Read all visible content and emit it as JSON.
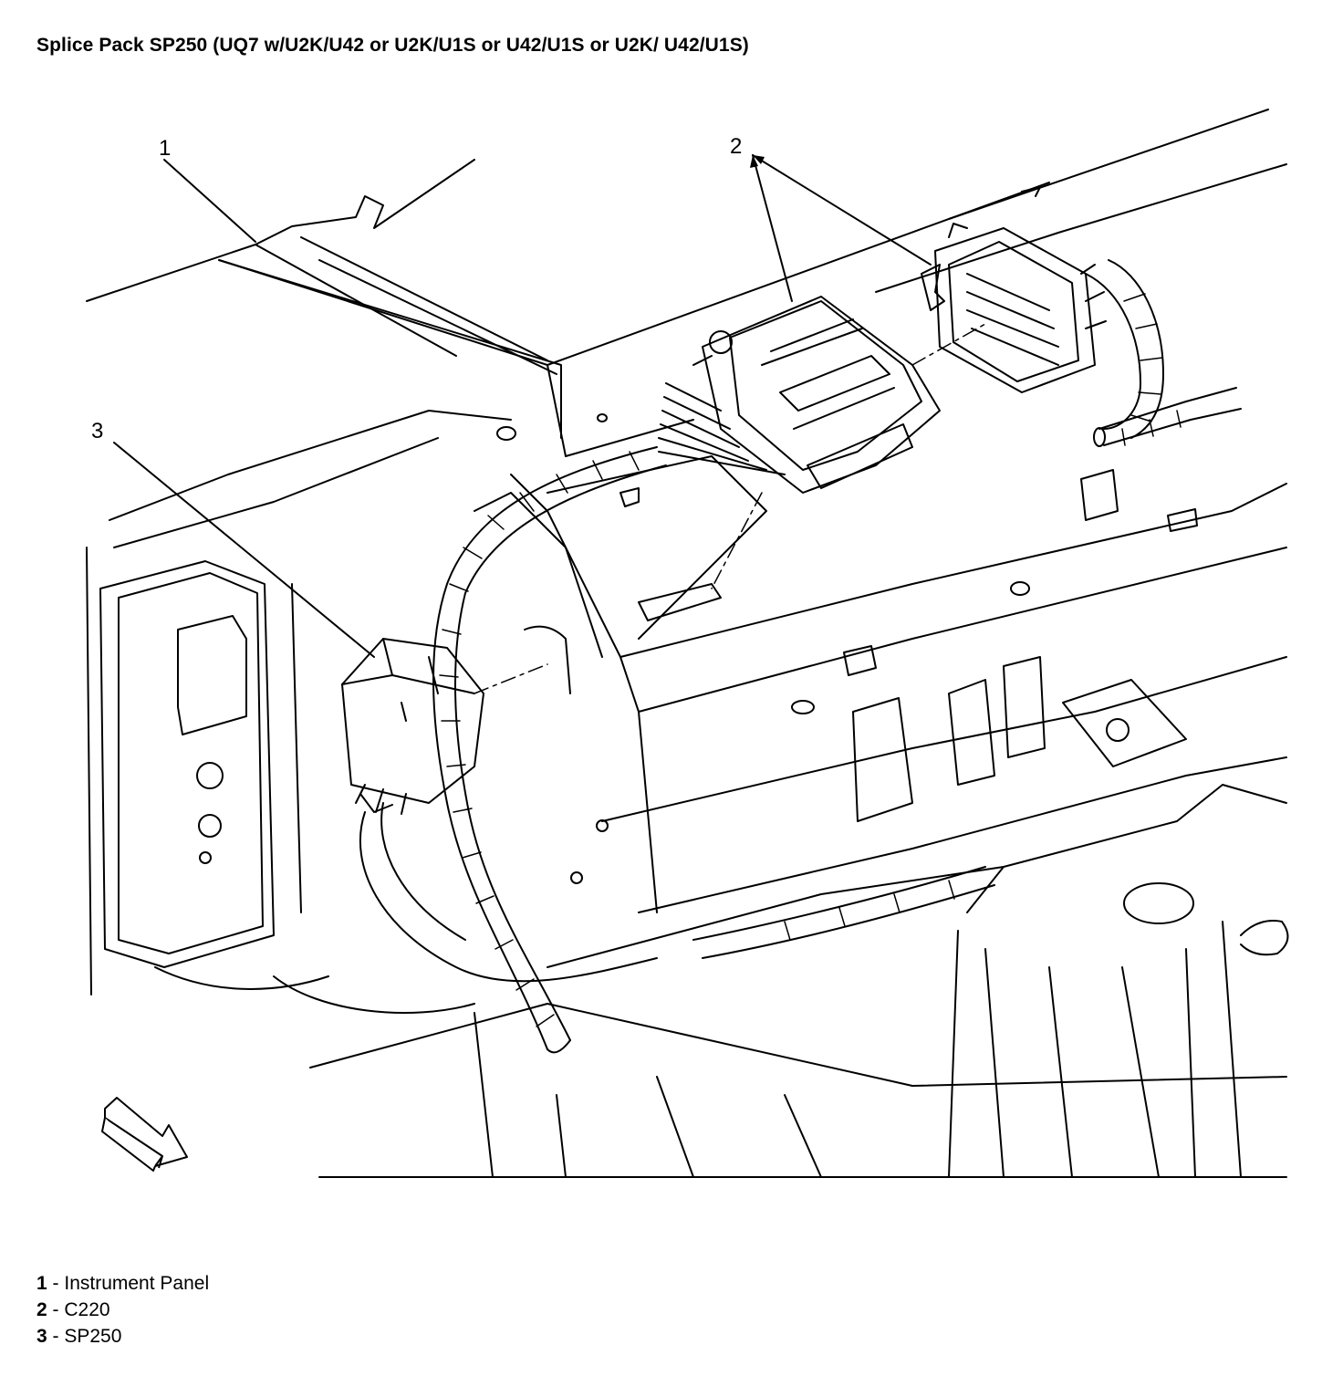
{
  "title": "Splice Pack SP250 (UQ7 w/U2K/U42 or U2K/U1S or U42/U1S or U2K/ U42/U1S)",
  "callouts": [
    {
      "number": "1",
      "label": "Instrument Panel"
    },
    {
      "number": "2",
      "label": "C220"
    },
    {
      "number": "3",
      "label": "SP250"
    }
  ],
  "legend_separator": " - ",
  "icons": [
    "front-direction-arrow-icon"
  ],
  "colors": {
    "line": "#000000",
    "background": "#ffffff"
  }
}
